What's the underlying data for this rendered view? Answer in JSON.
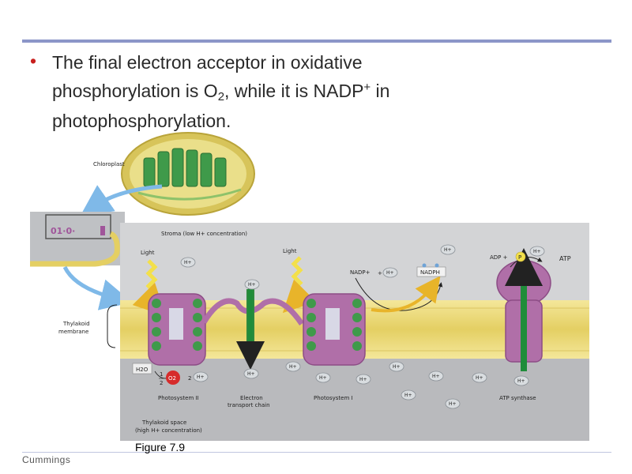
{
  "slide": {
    "bullet_symbol": "•",
    "line1": "The final electron acceptor in oxidative",
    "line2a": "phosphorylation is O",
    "line2_sub": "2",
    "line2b": ", while it is NADP",
    "line2_sup": "+",
    "line2c": " in",
    "line3": "photophosphorylation."
  },
  "figure": {
    "chloroplast_label": "Chloroplast",
    "inset_label": "01·0·",
    "stroma_label": "Stroma (low H+ concentration)",
    "light_left": "Light",
    "light_right": "Light",
    "thylakoid_label_1": "Thylakoid",
    "thylakoid_label_2": "membrane",
    "nadp_plus": "NADP+",
    "plus_sign": "+",
    "nadph": "NADPH",
    "adp_plus": "ADP +",
    "p": "P",
    "atp": "ATP",
    "h2o": "H2O",
    "half_top": "1",
    "half_bottom": "2",
    "o2": "O2",
    "two_h": "2",
    "h_plus": "H+",
    "photosystem_ii": "Photosystem II",
    "etc_1": "Electron",
    "etc_2": "transport chain",
    "photosystem_i": "Photosystem I",
    "atp_synthase": "ATP synthase",
    "thylakoid_space_1": "Thylakoid space",
    "thylakoid_space_2": "(high H+ concentration)",
    "caption": "Figure 7.9",
    "publisher": "Cummings"
  },
  "colors": {
    "membrane": "#efe08a",
    "stroma": "#d3d4d6",
    "lumen": "#b9babd",
    "photosystem": "#b06fa8",
    "protein_green": "#3f9a4a",
    "arrow_green": "#1f8c3a",
    "light_yellow": "#f3e04a",
    "h_ion": "#d9dde0",
    "o2_red": "#d62b2b"
  }
}
